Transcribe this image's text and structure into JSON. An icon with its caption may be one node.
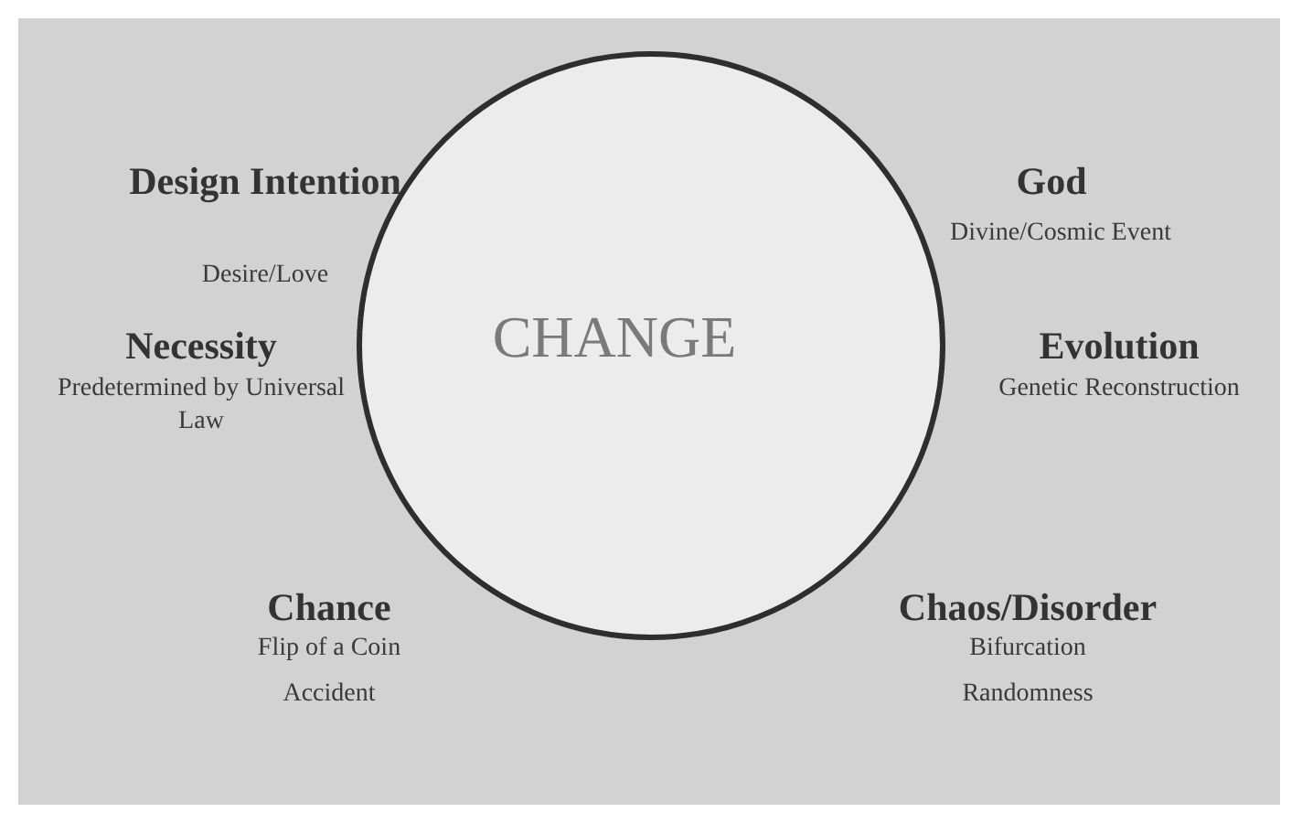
{
  "diagram": {
    "nodes": [
      {
        "text": [
          "CHANGE"
        ]
      }
    ],
    "labels": [
      "Design Intention",
      "Desire/Love",
      "God",
      "Divine/Cosmic Event",
      "Necessity",
      "Predetermined by Universal Law",
      "Evolution",
      "Genetic Reconstruction",
      "Chance",
      "Flip of a Coin",
      "Accident",
      "Chaos/Disorder",
      "Bifurcation",
      "Randomness"
    ]
  }
}
